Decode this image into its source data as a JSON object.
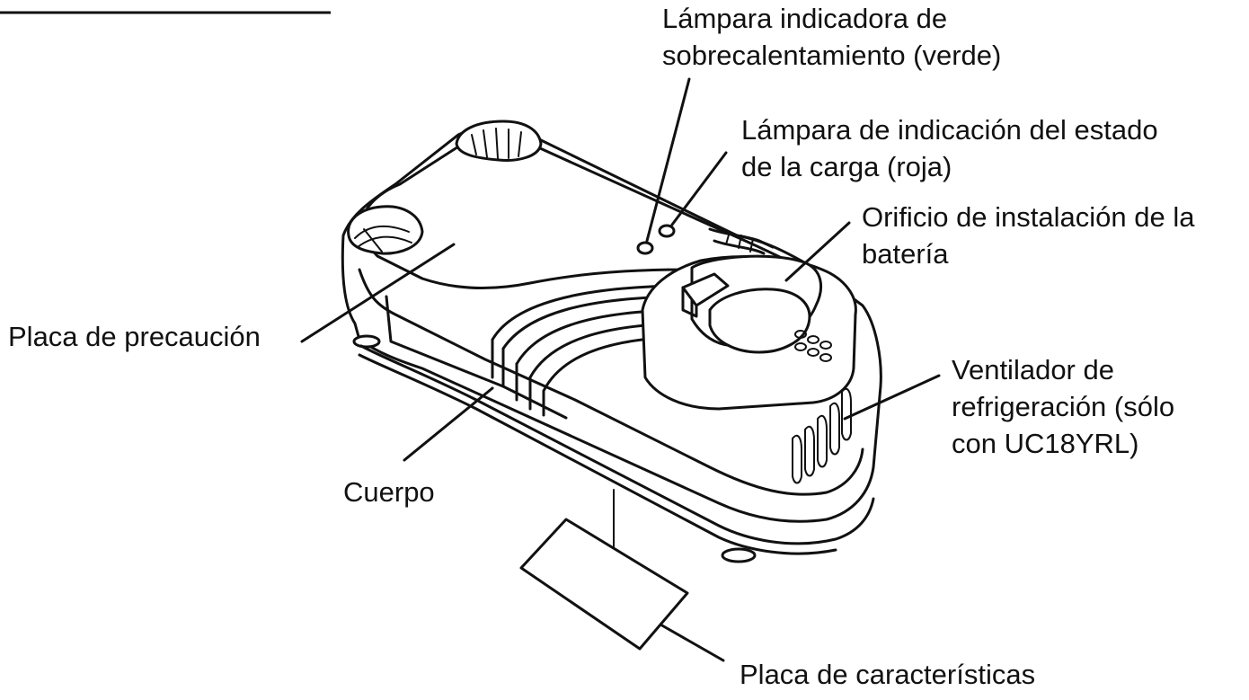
{
  "labels": {
    "overheat_lamp": [
      "Lámpara indicadora de",
      "sobrecalentamiento (verde)"
    ],
    "charge_lamp": [
      "Lámpara de indicación del estado",
      "de la carga (roja)"
    ],
    "battery_hole": [
      "Orificio de instalación de la",
      "batería"
    ],
    "caution_plate": [
      "Placa de precaución"
    ],
    "cooling_fan": [
      "Ventilador de",
      "refrigeración (sólo",
      "con UC18YRL)"
    ],
    "body": [
      "Cuerpo"
    ],
    "nameplate": [
      "Placa de características"
    ]
  }
}
